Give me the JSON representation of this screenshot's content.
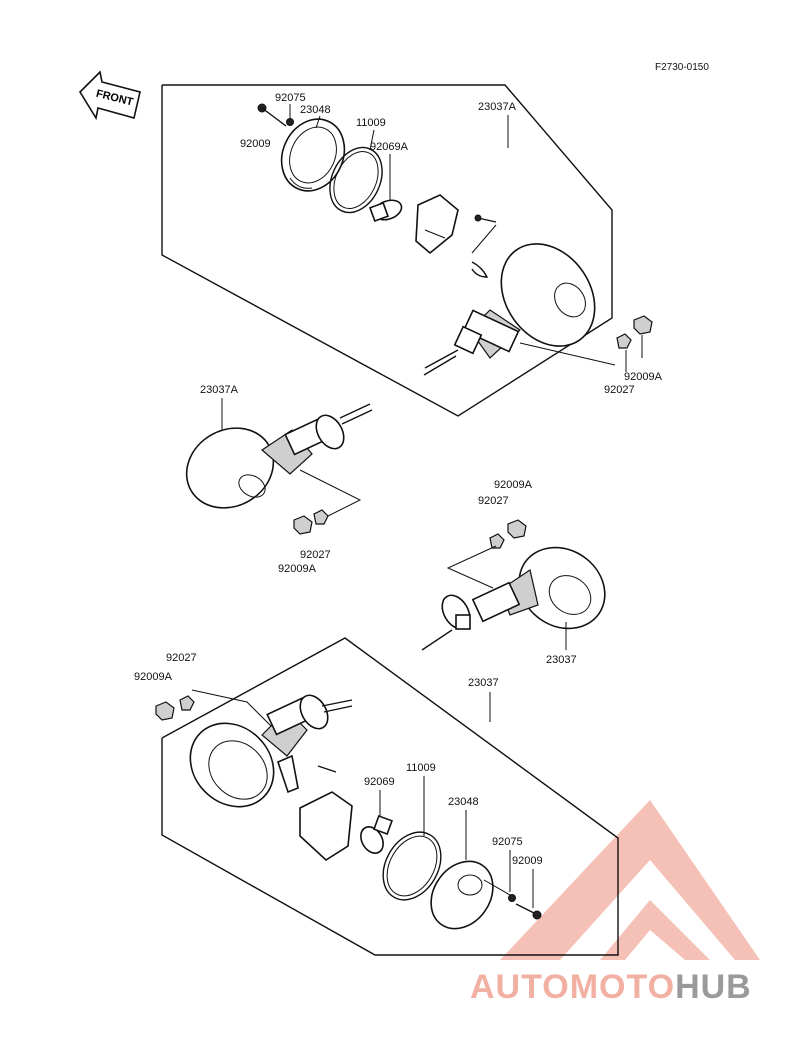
{
  "figure_id": "F2730-0150",
  "front_label": "FRONT",
  "labels": {
    "a_92075": "92075",
    "a_23048": "23048",
    "a_11009": "11009",
    "a_92069A": "92069A",
    "a_92009": "92009",
    "a_23037A": "23037A",
    "a_92009A": "92009A",
    "a_92027": "92027",
    "b_23037A": "23037A",
    "b_92027": "92027",
    "b_92009A": "92009A",
    "c_92009A": "92009A",
    "c_92027": "92027",
    "c_23037": "23037",
    "d_92027": "92027",
    "d_92009A": "92009A",
    "d_23037": "23037",
    "d_92069": "92069",
    "d_11009": "11009",
    "d_23048": "23048",
    "d_92075": "92075",
    "d_92009": "92009"
  },
  "watermark": {
    "part1": "AUTOMOTO",
    "part2": "HUB",
    "color_main": "#f2b0a3",
    "color_accent": "#9a9a9a"
  }
}
